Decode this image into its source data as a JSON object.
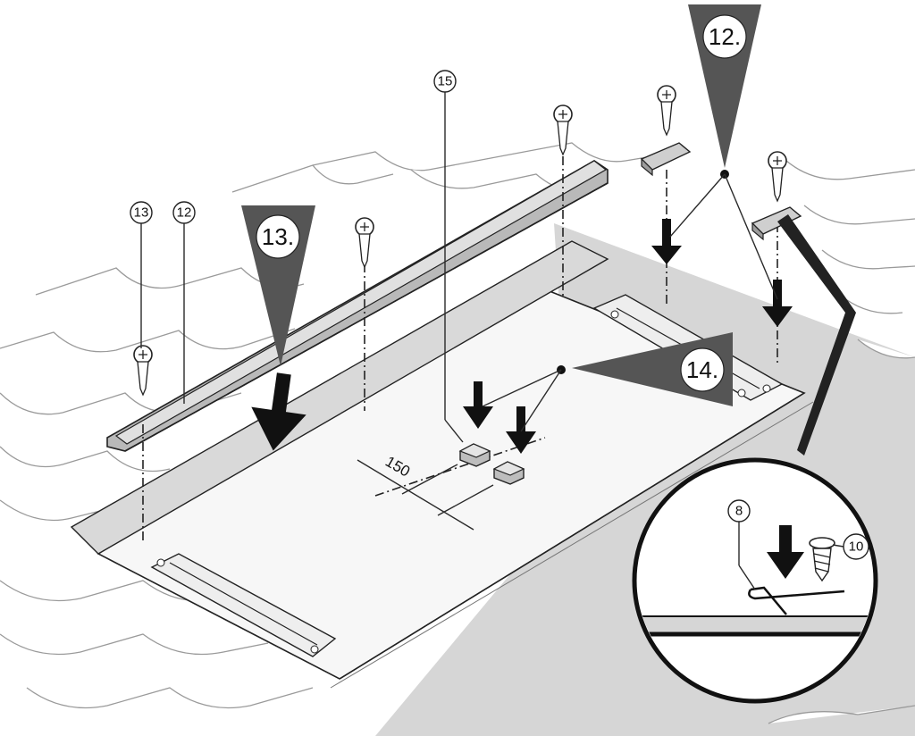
{
  "steps": {
    "step_12": "12.",
    "step_13": "13.",
    "step_14": "14."
  },
  "callouts": {
    "part_8": "8",
    "part_10": "10",
    "part_12": "12",
    "part_13": "13",
    "part_15": "15"
  },
  "dimension": {
    "spacing": "150"
  },
  "colors": {
    "line": "#222222",
    "roof_gray": "#d6d6d6",
    "step_marker": "#555555",
    "rail_fill": "#b9b9b9"
  }
}
